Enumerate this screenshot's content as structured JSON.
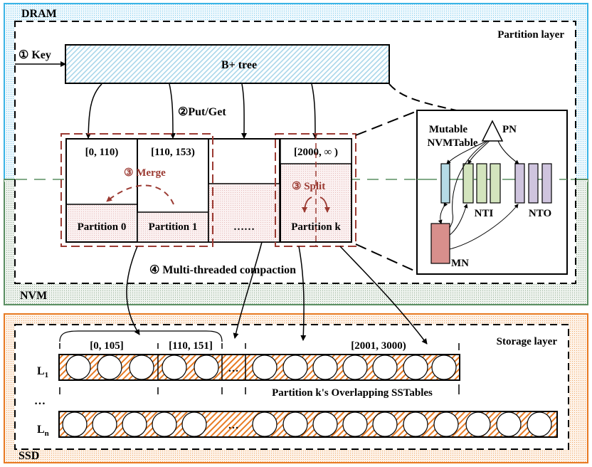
{
  "regions": {
    "dram": "DRAM",
    "nvm": "NVM",
    "ssd": "SSD",
    "partition_layer": "Partition layer",
    "storage_layer": "Storage layer"
  },
  "colors": {
    "dram": "#3ab4e6",
    "nvm": "#5a8f62",
    "ssd": "#e87a22",
    "merge_split": "#9b3a32",
    "bptree_hatch": "#a9d6ea",
    "partition_fill": "#f5e3e3",
    "nvmtable_mutable": "#b5dbe6",
    "nti": "#d3e4bd",
    "nto": "#cfc4de",
    "mn": "#d88f8c"
  },
  "steps": {
    "key": "① Key",
    "putget": "②Put/Get",
    "merge": "③ Merge",
    "split": "③ Split",
    "compaction": "④ Multi-threaded compaction"
  },
  "bptree": {
    "label": "B+ tree"
  },
  "partitions": [
    {
      "range": "[0, 110)",
      "label": "Partition 0"
    },
    {
      "range": "[110, 153)",
      "label": "Partition 1"
    },
    {
      "range": "",
      "label": "……"
    },
    {
      "range": "[2000, ∞  )",
      "label": "Partition k"
    }
  ],
  "detail": {
    "mutable_line1": "Mutable",
    "mutable_line2": "NVMTable",
    "pn": "PN",
    "nti": "NTI",
    "nto": "NTO",
    "mn": "MN"
  },
  "storage": {
    "levels": [
      "L1",
      "…",
      "Ln"
    ],
    "l1_ranges": [
      "[0, 105]",
      "[110, 151]",
      "[2001, 3000)"
    ],
    "ellipsis": "…",
    "overlap_note": "Partition k's Overlapping SSTables"
  }
}
